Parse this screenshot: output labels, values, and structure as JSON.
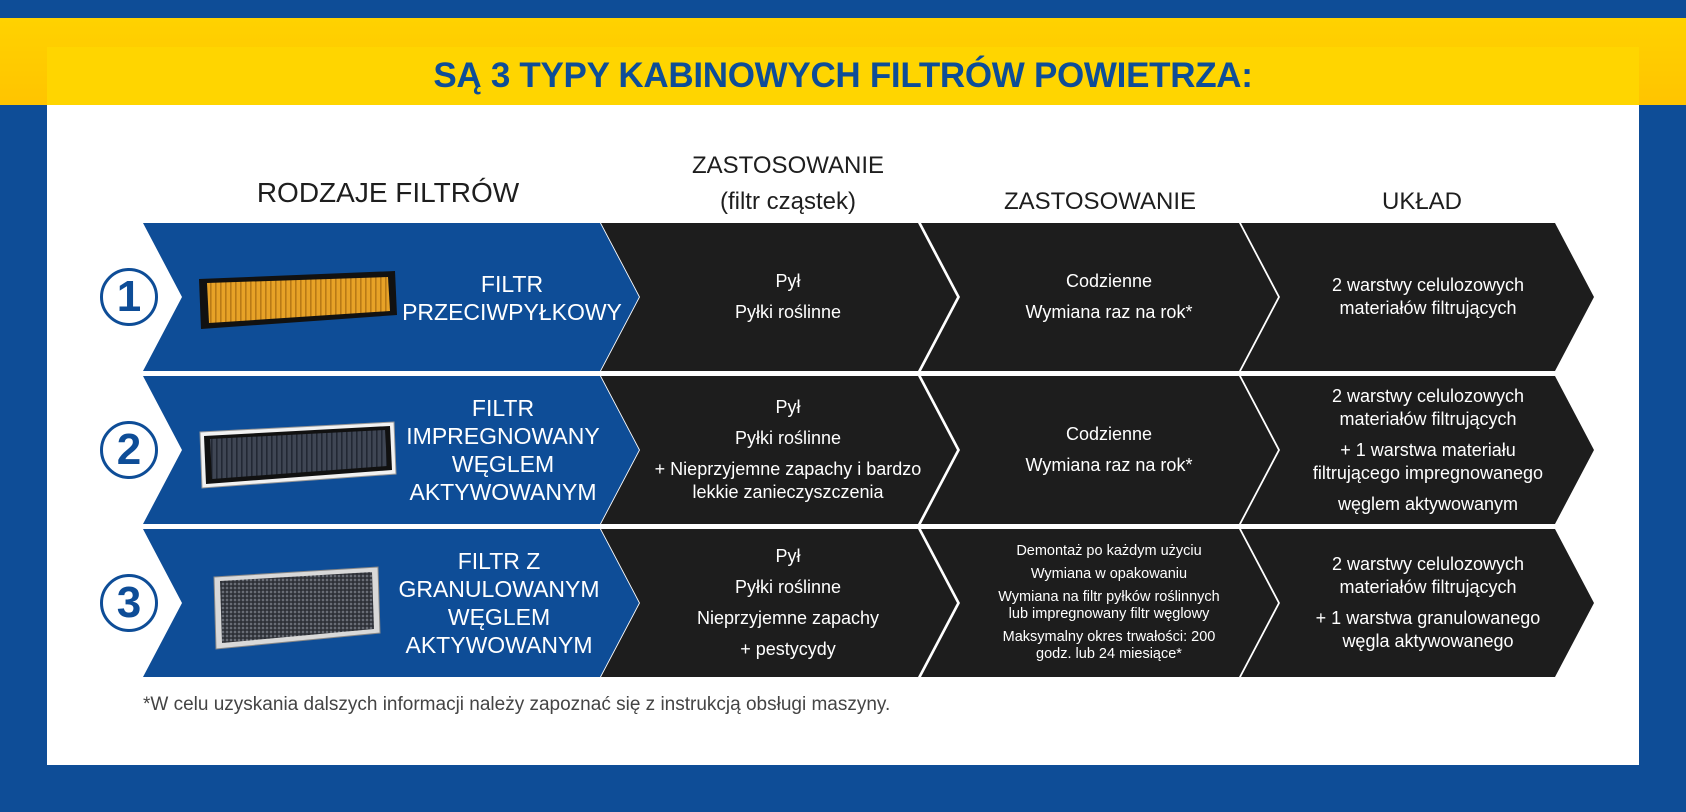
{
  "title": "SĄ 3 TYPY KABINOWYCH FILTRÓW POWIETRZA:",
  "headers": {
    "types": "RODZAJE FILTRÓW",
    "application_particles_line1": "ZASTOSOWANIE",
    "application_particles_line2": "(filtr cząstek)",
    "application": "ZASTOSOWANIE",
    "layout": "UKŁAD"
  },
  "rows": [
    {
      "number": "1",
      "name_lines": [
        "FILTR",
        "PRZECIWPYŁKOWY"
      ],
      "image_icon": "pollen-filter-icon",
      "particles": [
        "Pył",
        "Pyłki roślinne"
      ],
      "usage": [
        "Codzienne",
        "Wymiana raz na rok*"
      ],
      "layout": [
        "2 warstwy celulozowych materiałów filtrujących"
      ]
    },
    {
      "number": "2",
      "name_lines": [
        "FILTR",
        "IMPREGNOWANY",
        "WĘGLEM",
        "AKTYWOWANYM"
      ],
      "image_icon": "impregnated-carbon-filter-icon",
      "particles": [
        "Pył",
        "Pyłki roślinne",
        "+ Nieprzyjemne zapachy i bardzo lekkie zanieczyszczenia"
      ],
      "usage": [
        "Codzienne",
        "Wymiana raz na rok*"
      ],
      "layout": [
        "2 warstwy celulozowych materiałów filtrujących",
        "+ 1 warstwa materiału filtrującego impregnowanego",
        "węglem aktywowanym"
      ]
    },
    {
      "number": "3",
      "name_lines": [
        "FILTR Z",
        "GRANULOWANYM",
        "WĘGLEM",
        "AKTYWOWANYM"
      ],
      "image_icon": "granulated-carbon-filter-icon",
      "particles": [
        "Pył",
        "Pyłki roślinne",
        "Nieprzyjemne zapachy",
        "+ pestycydy"
      ],
      "usage": [
        "Demontaż po każdym użyciu",
        "Wymiana w opakowaniu",
        "Wymiana na filtr pyłków roślinnych lub impregnowany filtr węglowy",
        "Maksymalny okres trwałości: 200 godz. lub 24 miesiące*"
      ],
      "layout": [
        "2 warstwy celulozowych materiałów filtrujących",
        "+ 1 warstwa granulowanego węgla aktywowanego"
      ]
    }
  ],
  "footnote": "*W celu uzyskania dalszych informacji należy zapoznać się z instrukcją obsługi maszyny.",
  "colors": {
    "brand_blue": "#0e4d97",
    "yellow": "#ffd500",
    "dark": "#1d1d1d"
  }
}
